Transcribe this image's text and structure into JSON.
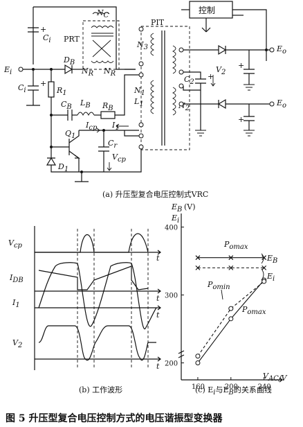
{
  "circuit": {
    "labels": {
      "control": "控制",
      "nc": "N",
      "nc_sub": "C",
      "ci_prime": "C",
      "ci_prime_sub": "i",
      "prt": "PRT",
      "pit": "PIT",
      "n3": "N",
      "n3_sub": "3",
      "eo": "E",
      "eo_sub": "o",
      "eo_prime": "E",
      "eo_prime_sub": "o",
      "ei": "E",
      "ei_sub": "i",
      "db": "D",
      "db_sub": "B",
      "nr": "N",
      "nr_sub": "R",
      "nr_prime": "N",
      "nr_prime_sub": "R",
      "ci": "C",
      "ci_sub": "i",
      "r1": "R",
      "r1_sub": "1",
      "c2": "C",
      "c2_sub": "2",
      "v2": "V",
      "v2_sub": "2",
      "n1": "N",
      "n1_sub": "1",
      "l1": "L",
      "l1_sub": "1",
      "n2": "N",
      "n2_sub": "2",
      "cb": "C",
      "cb_sub": "B",
      "lb": "L",
      "lb_sub": "B",
      "rb": "R",
      "rb_sub": "B",
      "q1": "Q",
      "q1_sub": "1",
      "icp": "I",
      "icp_sub": "cp",
      "i1": "I",
      "i1_sub": "1",
      "cr": "C",
      "cr_sub": "r",
      "vcp": "V",
      "vcp_sub": "cp",
      "d1": "D",
      "d1_sub": "1"
    },
    "caption": "(a) 升压型复合电压控制式VRC"
  },
  "waveforms": {
    "traces": [
      {
        "label": "V",
        "sub": "cp"
      },
      {
        "label": "I",
        "sub": "DB"
      },
      {
        "label": "I",
        "sub": "1"
      },
      {
        "label": "V",
        "sub": "2"
      }
    ],
    "time_label": "t",
    "caption": "(b) 工作波形"
  },
  "chart_data": {
    "type": "line",
    "ylabel_top": "E",
    "ylabel_top_sub": "B",
    "ylabel_unit": "(V)",
    "ylabel_bottom": "E",
    "ylabel_bottom_sub": "i",
    "xlabel": "V",
    "xlabel_sub": "AC",
    "xlabel_unit": "/V",
    "xticks": [
      160,
      200,
      240
    ],
    "yticks": [
      200,
      300,
      400
    ],
    "xlim": [
      140,
      262
    ],
    "ylim": [
      175,
      420
    ],
    "series": [
      {
        "name": "E",
        "name_sub": "B",
        "style": "solid",
        "marker": "x",
        "points": [
          [
            160,
            355
          ],
          [
            200,
            355
          ],
          [
            240,
            355
          ]
        ]
      },
      {
        "name": "E",
        "name_sub": "i",
        "style": "solid",
        "marker": "o",
        "points": [
          [
            160,
            200
          ],
          [
            200,
            265
          ],
          [
            240,
            322
          ]
        ]
      },
      {
        "name": "",
        "style": "dashed",
        "marker": "x",
        "points": [
          [
            160,
            340
          ],
          [
            200,
            340
          ],
          [
            240,
            340
          ]
        ]
      },
      {
        "name": "",
        "style": "dashed",
        "marker": "o",
        "points": [
          [
            160,
            210
          ],
          [
            200,
            280
          ],
          [
            240,
            320
          ]
        ]
      }
    ],
    "annotations": [
      {
        "text": "P",
        "sub": "omax",
        "target": "E_B line"
      },
      {
        "text": "P",
        "sub": "omin",
        "target": "E_i dashed"
      },
      {
        "text": "P",
        "sub": "omax",
        "target": "E_i line"
      }
    ],
    "caption": "(c) E",
    "caption_sub": "i",
    "caption_mid": "与E",
    "caption_sub2": "B",
    "caption_tail": "的关系曲线"
  },
  "figure_caption": "图 5  升压型复合电压控制方式的电压谐振型变换器"
}
